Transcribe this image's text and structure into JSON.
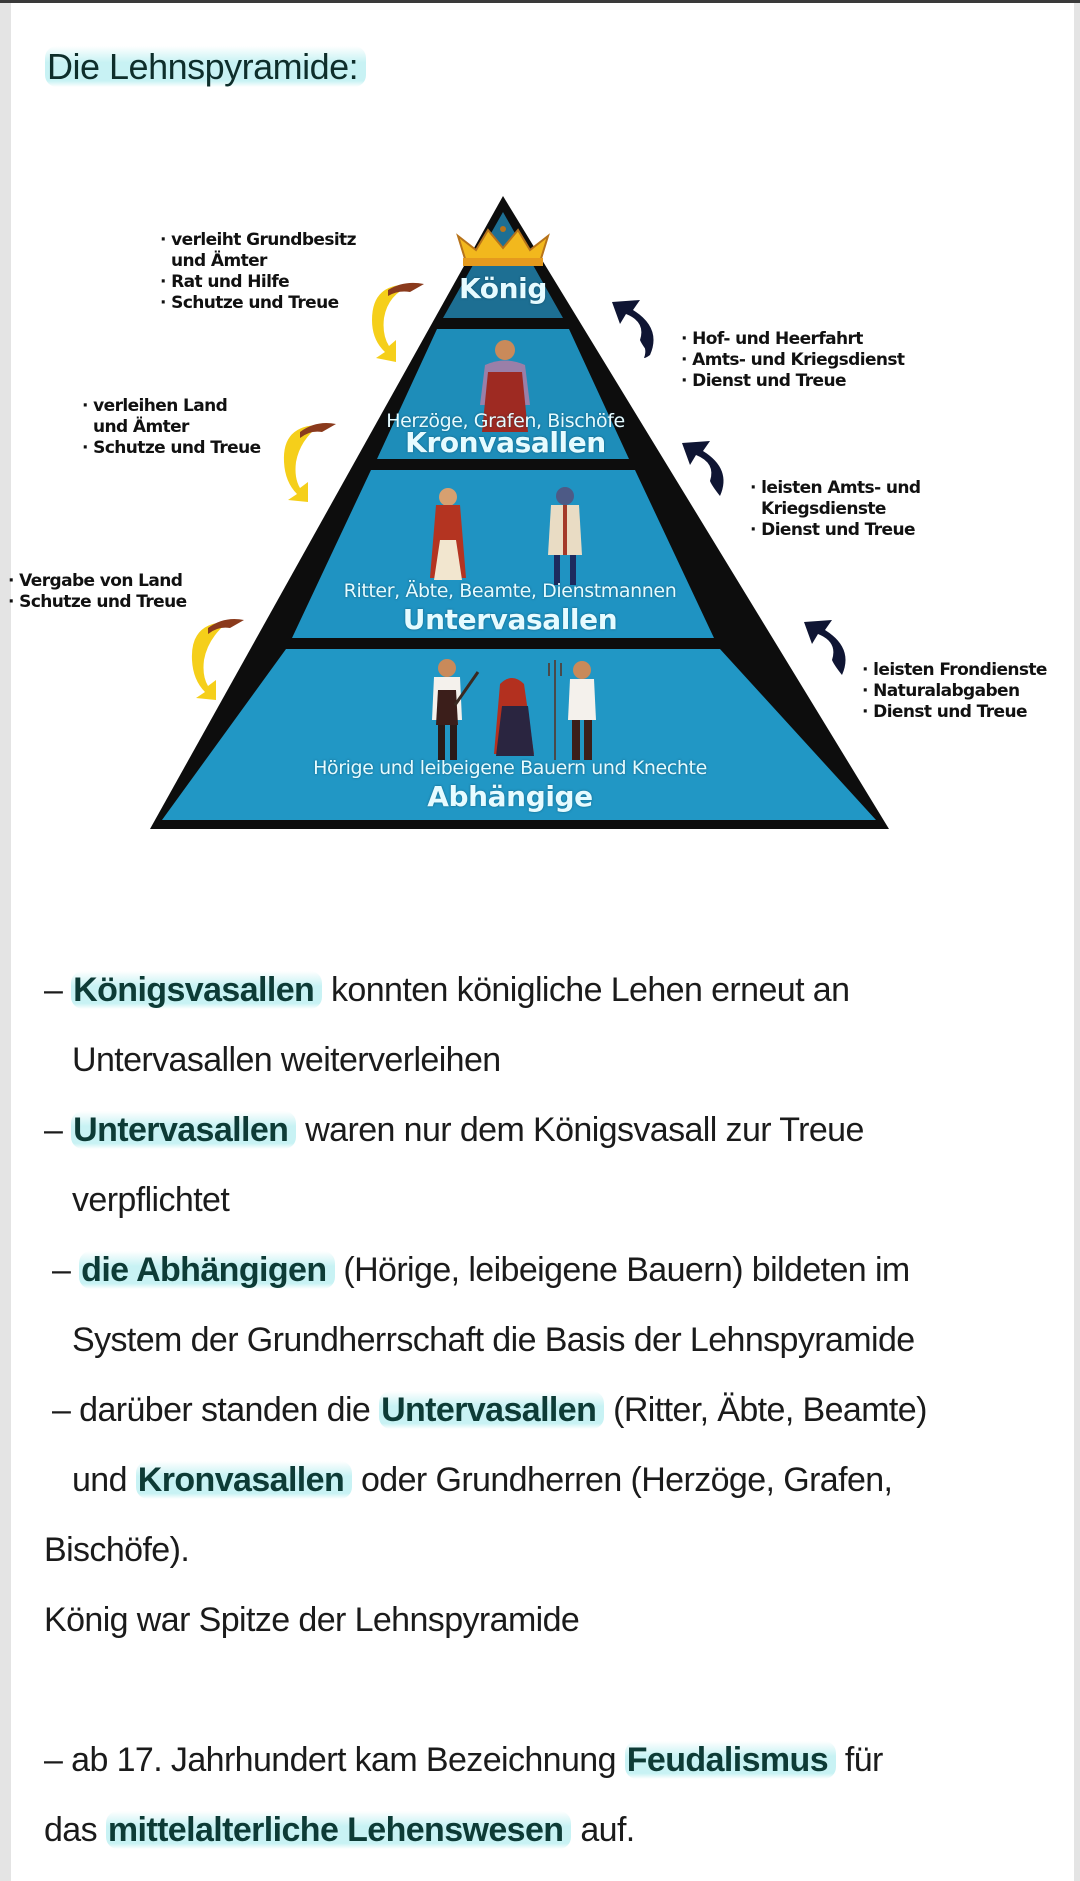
{
  "title": "Die Lehnspyramide:",
  "diagram": {
    "levels": [
      {
        "name": "König",
        "subtitle": ""
      },
      {
        "name": "Kronvasallen",
        "subtitle": "Herzöge, Grafen, Bischöfe"
      },
      {
        "name": "Untervasallen",
        "subtitle": "Ritter, Äbte, Beamte, Dienstmannen"
      },
      {
        "name": "Abhängige",
        "subtitle": "Hörige und leibeigene Bauern und Knechte"
      }
    ],
    "left_notes": [
      {
        "lines": [
          "· verleiht Grundbesitz",
          "  und Ämter",
          "· Rat und Hilfe",
          "· Schutze und Treue"
        ]
      },
      {
        "lines": [
          "· verleihen Land",
          "  und Ämter",
          "· Schutze und Treue"
        ]
      },
      {
        "lines": [
          "· Vergabe von Land",
          "· Schutze und Treue"
        ]
      }
    ],
    "right_notes": [
      {
        "lines": [
          "· Hof- und Heerfahrt",
          "· Amts- und Kriegsdienst",
          "· Dienst und Treue"
        ]
      },
      {
        "lines": [
          "· leisten Amts- und",
          "  Kriegsdienste",
          "· Dienst und Treue"
        ]
      },
      {
        "lines": [
          "· leisten Frondienste",
          "· Naturalabgaben",
          "· Dienst und Treue"
        ]
      }
    ],
    "icons": {
      "down_arrow": "yellow-curved-arrow-down",
      "up_arrow": "dark-curved-arrow-up",
      "crown": "crown"
    },
    "colors": {
      "pyramid_fill": "#1f93c2",
      "pyramid_top_fill": "#1d6f93",
      "outline": "#0d0d0d",
      "down_arrow": "#f5cf1a",
      "up_arrow": "#0f1533",
      "highlight": "#bff0f2",
      "key_text": "#0d3b36"
    }
  },
  "notes": {
    "p1": {
      "dash": "– ",
      "key": "Königsvasallen",
      "rest": " konnten königliche Lehen erneut an",
      "cont": "Untervasallen weiterverleihen"
    },
    "p2": {
      "dash": "– ",
      "key": "Untervasallen",
      "rest": " waren nur dem Königsvasall zur Treue",
      "cont": "verpflichtet"
    },
    "p3": {
      "dash": "– ",
      "key": "die Abhängigen",
      "rest": " (Hörige, leibeigene Bauern) bildeten im",
      "cont": "System der Grundherrschaft die Basis der Lehnspyramide"
    },
    "p4": {
      "pre": "– darüber standen die ",
      "key": "Untervasallen",
      "rest": " (Ritter, Äbte, Beamte)",
      "cont_pre": "und ",
      "cont_key": "Kronvasallen",
      "cont_rest": " oder Grundherren (Herzöge, Grafen,",
      "cont2": "Bischöfe)."
    },
    "p5": {
      "text": "König war Spitze der Lehnspyramide"
    },
    "p6": {
      "pre": "– ab 17. Jahrhundert kam Bezeichnung ",
      "key": "Feudalismus",
      "rest": " für",
      "cont_pre": "das ",
      "cont_key": "mittelalterliche Lehenswesen",
      "cont_rest": " auf."
    }
  }
}
